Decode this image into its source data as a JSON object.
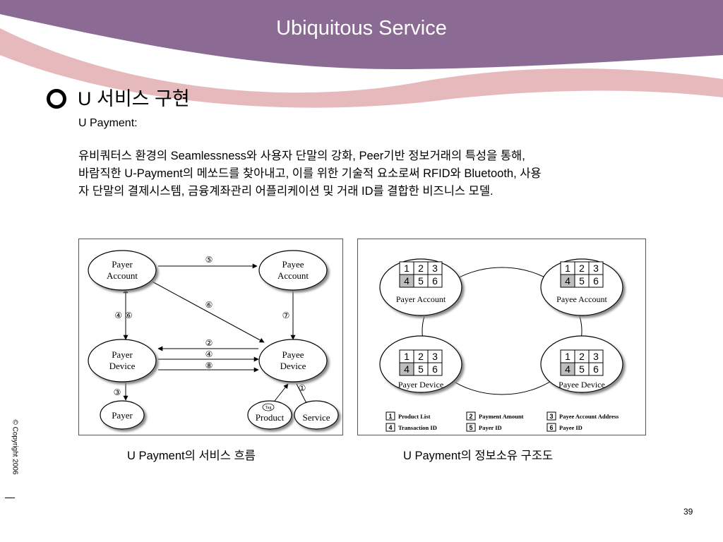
{
  "slide": {
    "title": "Ubiquitous Service",
    "heading": "U 서비스 구현",
    "subheading": "U Payment:",
    "body_lines": [
      "유비쿼터스 환경의 Seamlessness와 사용자 단말의 강화, Peer기반 정보거래의 특성을 통해,",
      "바람직한 U-Payment의 메쏘드를 찾아내고, 이를 위한 기술적 요소로써 RFID와 Bluetooth, 사용",
      "자 단말의 결제시스템, 금융계좌관리 어플리케이션 및 거래 ID를 결합한 비즈니스 모델."
    ],
    "caption_left": "U Payment의 서비스 흐름",
    "caption_right": "U Payment의 정보소유 구조도",
    "copyright": "© Copyright 2006",
    "page_number": "39",
    "colors": {
      "header": "#8b6a94",
      "accent_band": "#e6b9bd"
    }
  },
  "flow_diagram": {
    "nodes": {
      "payer_account": [
        "Payer",
        "Account"
      ],
      "payee_account": [
        "Payee",
        "Account"
      ],
      "payer_device": [
        "Payer",
        "Device"
      ],
      "payee_device": [
        "Payee",
        "Device"
      ],
      "payer": "Payer",
      "product": "Product",
      "product_tag": "Tag",
      "service": "Service"
    },
    "labels": {
      "top": "⑤",
      "diagonal": "⑥",
      "left_pair": "④ ⑥",
      "right": "⑦",
      "middle_1": "②",
      "middle_2": "④",
      "middle_3": "⑧",
      "bottom_left": "③",
      "bottom_right": "①"
    }
  },
  "share_diagram": {
    "nodes": {
      "payer_account": "Payer Account",
      "payee_account": "Payee Account",
      "payer_device": "Payer Device",
      "payee_device": "Payee Device"
    },
    "grids": {
      "payer_account": {
        "top": [
          "1",
          "2",
          "3"
        ],
        "bottom": [
          "4",
          "5",
          "6"
        ]
      },
      "payee_account": {
        "top": [
          "1",
          "2",
          "3"
        ],
        "bottom": [
          "4",
          "5",
          "6"
        ]
      },
      "payer_device": {
        "top": [
          "1",
          "2",
          "3"
        ],
        "bottom": [
          "4",
          "5",
          "6"
        ]
      },
      "payee_device": {
        "top": [
          "1",
          "2",
          "3"
        ],
        "bottom": [
          "4",
          "5",
          "6"
        ]
      }
    },
    "legend": [
      {
        "num": "1",
        "label": "Product List"
      },
      {
        "num": "2",
        "label": "Payment Amount"
      },
      {
        "num": "3",
        "label": "Payee Account Address"
      },
      {
        "num": "4",
        "label": "Transaction ID"
      },
      {
        "num": "5",
        "label": "Payer ID"
      },
      {
        "num": "6",
        "label": "Payee ID"
      }
    ]
  }
}
